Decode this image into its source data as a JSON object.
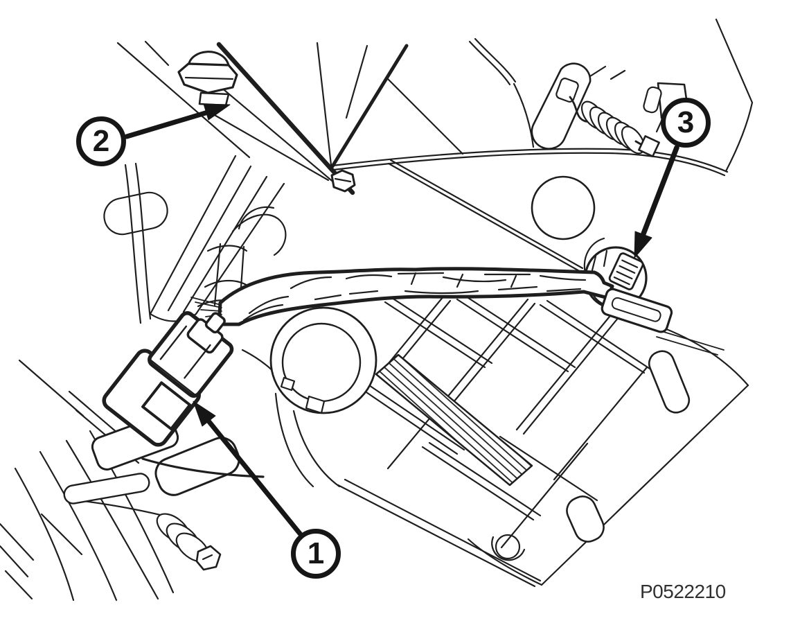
{
  "figure": {
    "code": "P0522210",
    "description": "Black-and-white service manual line illustration of a pedal bracket assembly with wiring harness, bracket rail and switch",
    "background_color": "#ffffff",
    "line_color": "#1e1e1e"
  },
  "callouts": [
    {
      "label": "1"
    },
    {
      "label": "2"
    },
    {
      "label": "3"
    }
  ]
}
